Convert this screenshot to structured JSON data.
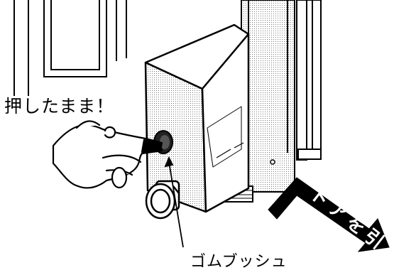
{
  "labels": {
    "push_hold": "押したまま！",
    "rubber_bushing": "ゴムブッシュ"
  },
  "direction_sign": {
    "text": "ドアを引く",
    "icon": "direction-arrow-icon"
  },
  "colors": {
    "ink": "#000000",
    "paper": "#ffffff",
    "screen_tone": "#c9c9c9"
  }
}
